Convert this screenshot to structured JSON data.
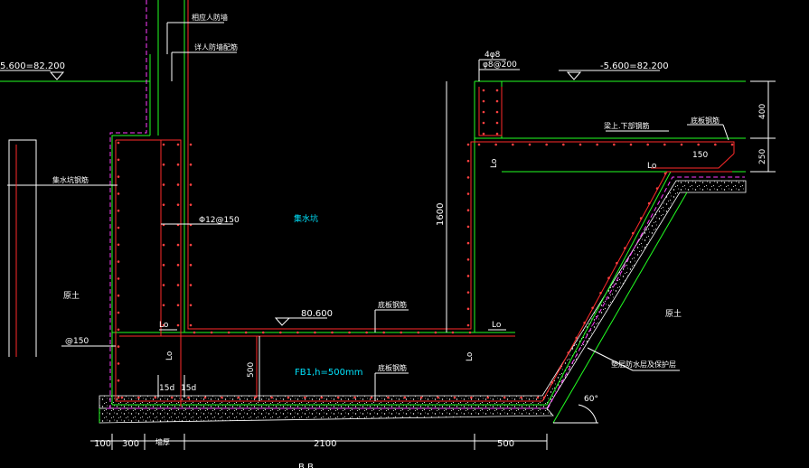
{
  "labels": {
    "elev_left": "5.600=82.200",
    "elev_right": "-5.600=82.200",
    "elev_bottom": "80.600",
    "top_note_1": "相应人防墙",
    "top_note_2": "详人防墙配筋",
    "rebar_4phi": "4φ8",
    "rebar_phi8": "φ8@200",
    "beam_note": "梁上.下部钢筋",
    "plate_note": "底板钢筋",
    "left_wall_note": "集水坑钢筋",
    "phi12": "Φ12@150",
    "pit_label": "集水坑",
    "dim_1600": "1600",
    "lo_1": "Lo",
    "lo_2": "Lo",
    "lo_3": "Lo",
    "lo_4": "Lo",
    "lo_5": "Lo",
    "lo_6": "Lo",
    "dim_150": "150",
    "bottom_bar_note_1": "底板钢筋",
    "bottom_bar_note_2": "底板钢筋",
    "soil_left": "原土",
    "soil_right": "原土",
    "left_150": "@150",
    "dim_500v": "500",
    "fb_label": "FB1,h=500mm",
    "d15_1": "15d",
    "d15_2": "15d",
    "waterproof": "垫层防水层及保护层",
    "angle": "60°",
    "dim_400": "400",
    "dim_250": "250",
    "dim_100": "100",
    "dim_300": "300",
    "dim_hidden": "墙厚",
    "dim_2100": "2100",
    "dim_500h": "500",
    "partial_bottom": "B B"
  }
}
